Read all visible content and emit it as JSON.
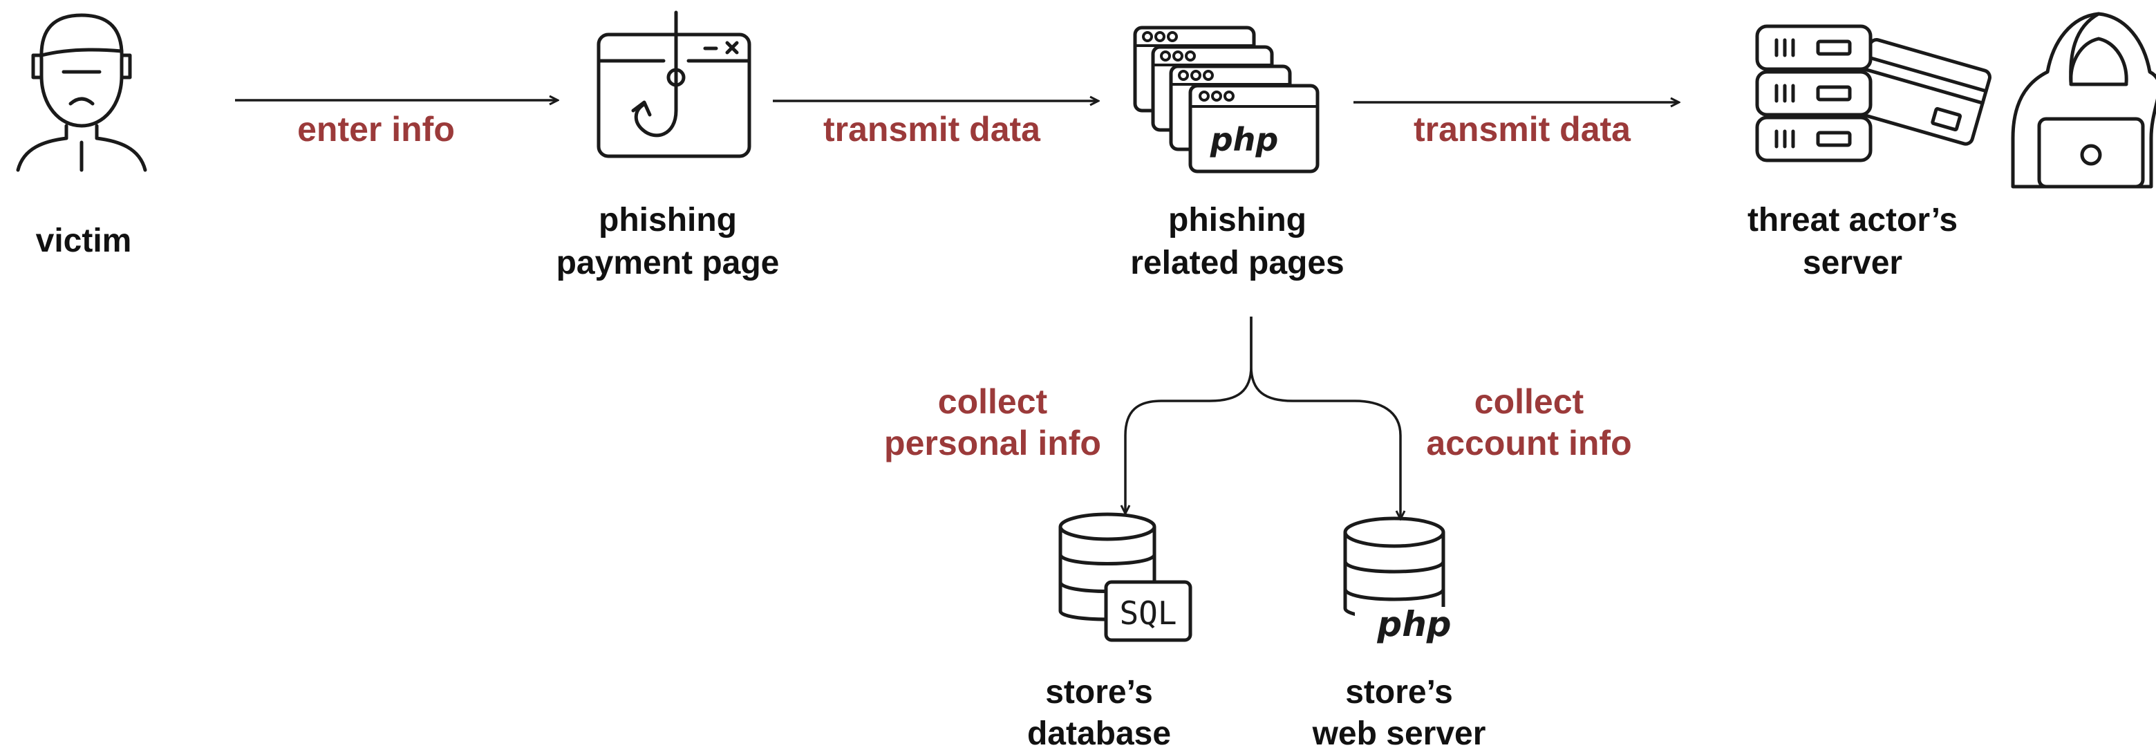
{
  "colors": {
    "edge_label": "#9B3A3A",
    "node_label": "#111111",
    "stroke": "#1a1a1a",
    "background": "#ffffff"
  },
  "nodes": {
    "victim": {
      "label_line1": "victim",
      "icon": "victim-person-icon"
    },
    "payment_page": {
      "label_line1": "phishing",
      "label_line2": "payment page",
      "icon": "phishing-hook-page-icon"
    },
    "related_pages": {
      "label_line1": "phishing",
      "label_line2": "related pages",
      "icon": "php-pages-stack-icon",
      "icon_text": "php"
    },
    "threat_server": {
      "label_line1": "threat actor’s",
      "label_line2": "server",
      "icon": "server-cards-icon"
    },
    "hacker": {
      "icon": "hooded-hacker-icon"
    },
    "store_db": {
      "label_line1": "store’s",
      "label_line2": "database",
      "icon": "sql-database-icon",
      "icon_text": "SQL"
    },
    "store_web": {
      "label_line1": "store’s",
      "label_line2": "web server",
      "icon": "php-database-icon",
      "icon_text": "php"
    }
  },
  "edges": {
    "enter_info": "enter info",
    "transmit_1": "transmit data",
    "transmit_2": "transmit data",
    "collect_personal_line1": "collect",
    "collect_personal_line2": "personal info",
    "collect_account_line1": "collect",
    "collect_account_line2": "account info"
  }
}
